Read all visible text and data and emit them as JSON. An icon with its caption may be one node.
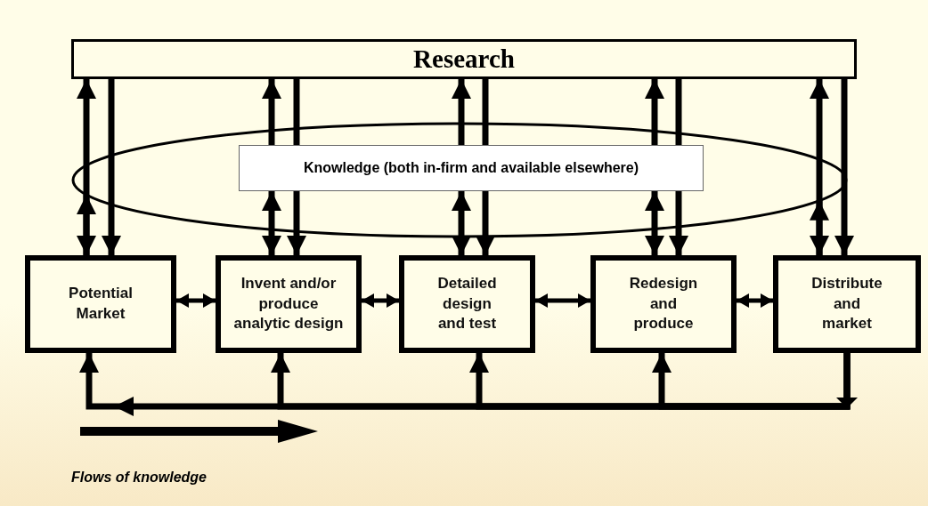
{
  "diagram": {
    "nodes": [
      {
        "text": [
          "Research"
        ]
      },
      {
        "text": [],
        "shape": "ellipse"
      },
      {
        "text": [
          "Knowledge (both in-firm and available elsewhere)"
        ],
        "in": 1
      },
      {
        "text": [
          "Potential Market"
        ]
      },
      {
        "text": [
          "Invent and/or produce analytic design"
        ]
      },
      {
        "text": [
          "Detailed design and test"
        ]
      },
      {
        "text": [
          "Redesign and produce"
        ]
      },
      {
        "text": [
          "Distribute and market"
        ]
      }
    ],
    "edges": [
      {
        "from": 3,
        "to": 0,
        "arrow": "both"
      },
      {
        "from": 3,
        "to": 1,
        "arrow": "to"
      },
      {
        "from": 0,
        "to": 3,
        "arrow": "to"
      },
      {
        "from": 4,
        "to": 2,
        "arrow": "both"
      },
      {
        "from": 2,
        "to": 0,
        "arrow": "to"
      },
      {
        "from": 0,
        "to": 2,
        "arrow": "none"
      },
      {
        "from": 2,
        "to": 4,
        "arrow": "to"
      },
      {
        "from": 5,
        "to": 2,
        "arrow": "both"
      },
      {
        "from": 2,
        "to": 0,
        "arrow": "to"
      },
      {
        "from": 0,
        "to": 2,
        "arrow": "none"
      },
      {
        "from": 2,
        "to": 5,
        "arrow": "to"
      },
      {
        "from": 6,
        "to": 2,
        "arrow": "both"
      },
      {
        "from": 2,
        "to": 0,
        "arrow": "to"
      },
      {
        "from": 0,
        "to": 2,
        "arrow": "none"
      },
      {
        "from": 2,
        "to": 6,
        "arrow": "to"
      },
      {
        "from": 7,
        "to": 0,
        "arrow": "both"
      },
      {
        "from": 7,
        "to": 1,
        "arrow": "to"
      },
      {
        "from": 0,
        "to": 7,
        "arrow": "to"
      },
      {
        "from": 3,
        "to": 4,
        "arrow": "both"
      },
      {
        "from": 4,
        "to": 5,
        "arrow": "both"
      },
      {
        "from": 5,
        "to": 6,
        "arrow": "both"
      },
      {
        "from": 6,
        "to": 7,
        "arrow": "both"
      },
      {
        "from": 7,
        "to": 3,
        "arrow": "to"
      },
      {
        "from": 7,
        "to": 4,
        "arrow": "to"
      },
      {
        "from": 7,
        "to": 5,
        "arrow": "to"
      },
      {
        "from": 7,
        "to": 6,
        "arrow": "to"
      }
    ],
    "labels": [
      "Flows of knowledge"
    ]
  }
}
